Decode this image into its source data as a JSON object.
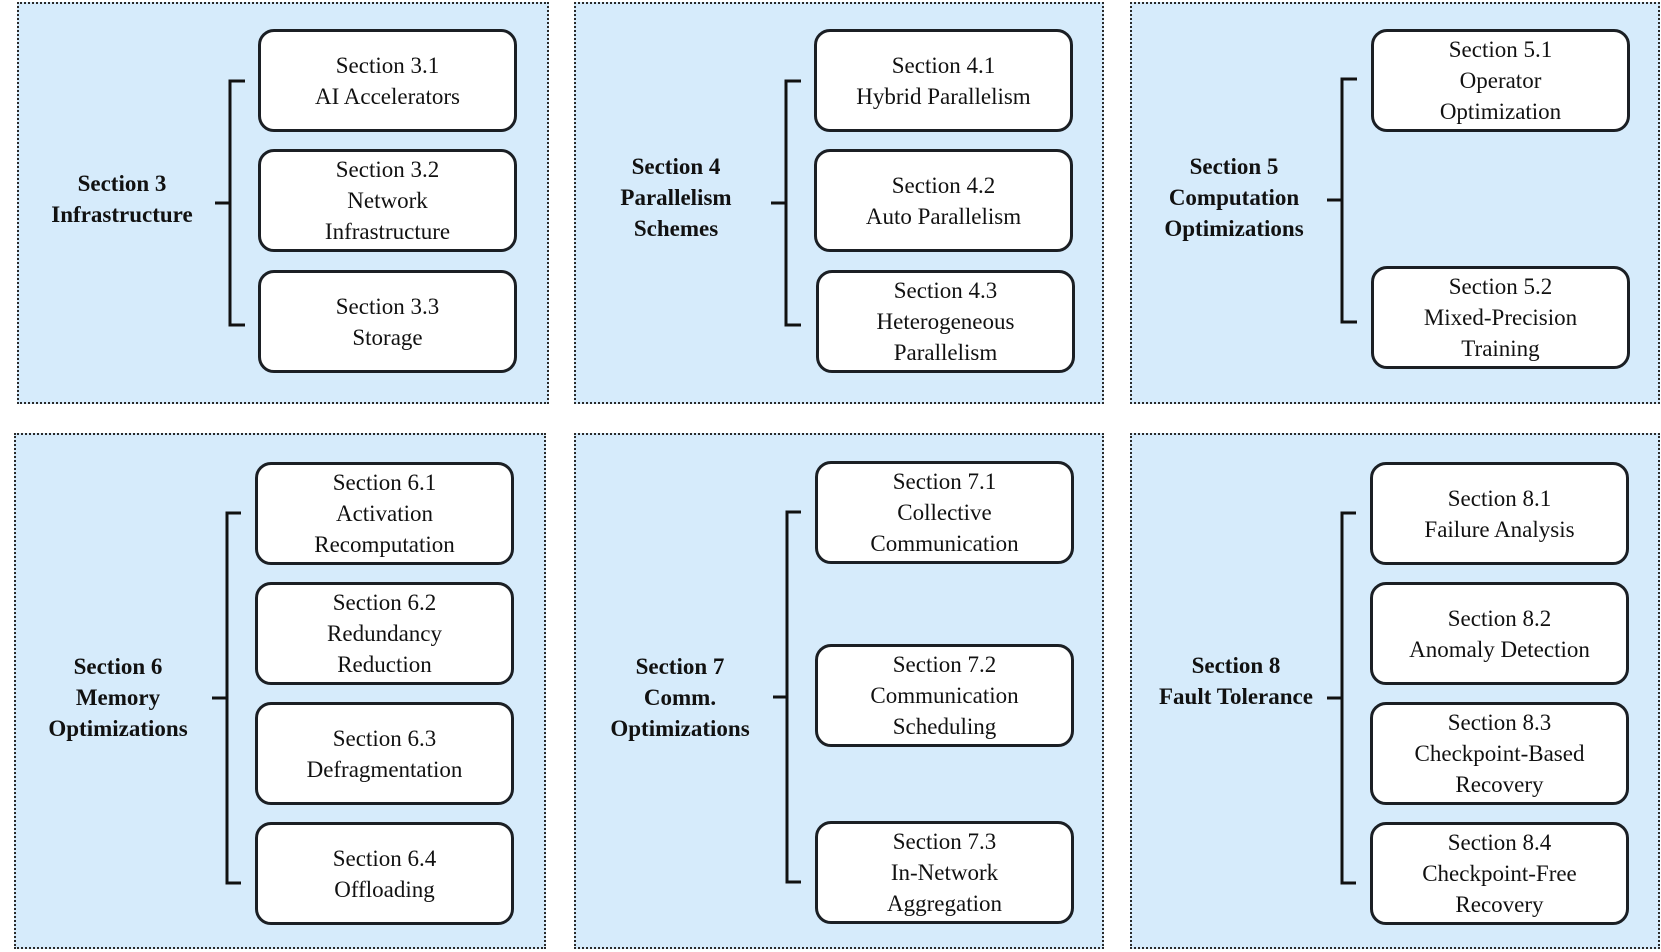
{
  "panels": [
    {
      "title_lines": [
        "Section 3",
        "Infrastructure"
      ],
      "subsections": [
        {
          "lines": [
            "Section 3.1",
            "AI Accelerators"
          ]
        },
        {
          "lines": [
            "Section 3.2",
            "Network",
            "Infrastructure"
          ]
        },
        {
          "lines": [
            "Section 3.3",
            "Storage"
          ]
        }
      ]
    },
    {
      "title_lines": [
        "Section 4",
        "Parallelism",
        "Schemes"
      ],
      "subsections": [
        {
          "lines": [
            "Section 4.1",
            "Hybrid Parallelism"
          ]
        },
        {
          "lines": [
            "Section 4.2",
            "Auto Parallelism"
          ]
        },
        {
          "lines": [
            "Section 4.3",
            "Heterogeneous",
            "Parallelism"
          ]
        }
      ]
    },
    {
      "title_lines": [
        "Section 5",
        "Computation",
        "Optimizations"
      ],
      "subsections": [
        {
          "lines": [
            "Section 5.1",
            "Operator",
            "Optimization"
          ]
        },
        {
          "lines": [
            "Section 5.2",
            "Mixed-Precision",
            "Training"
          ]
        }
      ]
    },
    {
      "title_lines": [
        "Section 6",
        "Memory",
        "Optimizations"
      ],
      "subsections": [
        {
          "lines": [
            "Section 6.1",
            "Activation",
            "Recomputation"
          ]
        },
        {
          "lines": [
            "Section 6.2",
            "Redundancy",
            "Reduction"
          ]
        },
        {
          "lines": [
            "Section 6.3",
            "Defragmentation"
          ]
        },
        {
          "lines": [
            "Section 6.4",
            "Offloading"
          ]
        }
      ]
    },
    {
      "title_lines": [
        "Section 7",
        "Comm.",
        "Optimizations"
      ],
      "subsections": [
        {
          "lines": [
            "Section 7.1",
            "Collective",
            "Communication"
          ]
        },
        {
          "lines": [
            "Section 7.2",
            "Communication",
            "Scheduling"
          ]
        },
        {
          "lines": [
            "Section 7.3",
            "In-Network",
            "Aggregation"
          ]
        }
      ]
    },
    {
      "title_lines": [
        "Section 8",
        "Fault Tolerance"
      ],
      "subsections": [
        {
          "lines": [
            "Section 8.1",
            "Failure Analysis"
          ]
        },
        {
          "lines": [
            "Section 8.2",
            "Anomaly Detection"
          ]
        },
        {
          "lines": [
            "Section 8.3",
            "Checkpoint-Based",
            "Recovery"
          ]
        },
        {
          "lines": [
            "Section 8.4",
            "Checkpoint-Free",
            "Recovery"
          ]
        }
      ]
    }
  ]
}
